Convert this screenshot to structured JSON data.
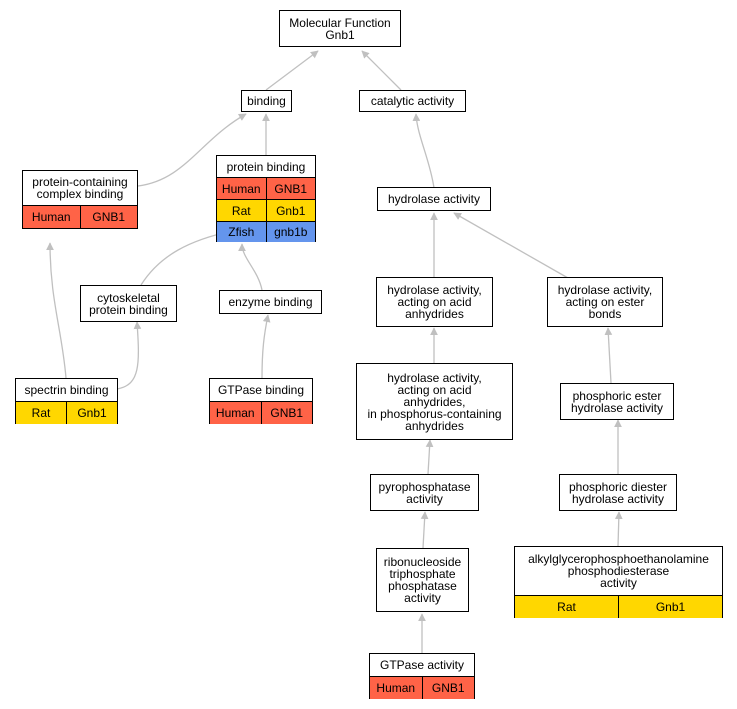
{
  "colors": {
    "Human": "#FF6347",
    "Rat": "#FFD700",
    "Zfish": "#6495ED",
    "edge": "#C0C0C0"
  },
  "nodes": {
    "root": {
      "title": "Molecular Function\nGnb1"
    },
    "binding": {
      "title": "binding"
    },
    "catalytic": {
      "title": "catalytic activity"
    },
    "protein_complex": {
      "title": "protein-containing\ncomplex binding",
      "rows": [
        {
          "species": "Human",
          "gene": "GNB1"
        }
      ]
    },
    "protein_binding": {
      "title": "protein binding",
      "rows": [
        {
          "species": "Human",
          "gene": "GNB1"
        },
        {
          "species": "Rat",
          "gene": "Gnb1"
        },
        {
          "species": "Zfish",
          "gene": "gnb1b"
        }
      ]
    },
    "hydrolase": {
      "title": "hydrolase activity"
    },
    "cytoskeletal": {
      "title": "cytoskeletal\nprotein binding"
    },
    "enzyme": {
      "title": "enzyme binding"
    },
    "hydrolase_anhydrides": {
      "title": "hydrolase activity,\nacting on acid\nanhydrides"
    },
    "hydrolase_ester": {
      "title": "hydrolase activity,\nacting on ester\nbonds"
    },
    "spectrin": {
      "title": "spectrin binding",
      "rows": [
        {
          "species": "Rat",
          "gene": "Gnb1"
        }
      ]
    },
    "gtpase_binding": {
      "title": "GTPase binding",
      "rows": [
        {
          "species": "Human",
          "gene": "GNB1"
        }
      ]
    },
    "hydrolase_phosphorus": {
      "title": "hydrolase activity,\nacting on acid\nanhydrides,\nin phosphorus-containing\nanhydrides"
    },
    "phosphoric_ester": {
      "title": "phosphoric ester\nhydrolase activity"
    },
    "pyrophosphatase": {
      "title": "pyrophosphatase\nactivity"
    },
    "phosphoric_diester": {
      "title": "phosphoric diester\nhydrolase activity"
    },
    "ribonucleoside": {
      "title": "ribonucleoside\ntriphosphate\nphosphatase\nactivity"
    },
    "alkylglycero": {
      "title": "alkylglycerophosphoethanolamine\nphosphodiesterase\nactivity",
      "rows": [
        {
          "species": "Rat",
          "gene": "Gnb1"
        }
      ]
    },
    "gtpase_activity": {
      "title": "GTPase activity",
      "rows": [
        {
          "species": "Human",
          "gene": "GNB1"
        }
      ]
    }
  }
}
